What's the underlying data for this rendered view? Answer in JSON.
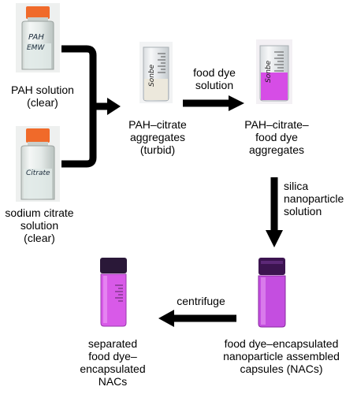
{
  "samples": {
    "pah": {
      "caption": "PAH solution\n(clear)",
      "vial_label": "PAH\nEMW",
      "cap_color": "#f06a2a",
      "liquid_color": "#e8efec"
    },
    "citrate": {
      "caption": "sodium citrate\nsolution\n(clear)",
      "vial_label": "Citrate",
      "cap_color": "#f06a2a",
      "liquid_color": "#e8efec"
    },
    "aggregates": {
      "caption": "PAH–citrate\naggregates\n(turbid)",
      "vial_label": "Sonbe",
      "liquid_color": "#ece8dc"
    },
    "dye_aggregates": {
      "caption": "PAH–citrate–\nfood dye\naggregates",
      "vial_label": "Sonbe",
      "liquid_color": "#d64de6"
    },
    "nacs": {
      "caption": "food dye–encapsulated\nnanoparticle assembled\ncapsules (NACs)",
      "cap_color": "#3c1450",
      "liquid_color": "#c44ee0"
    },
    "separated": {
      "caption": "separated\nfood dye–\nencapsulated\nNACs",
      "cap_color": "#2a1838",
      "liquid_color": "#d85ae8"
    }
  },
  "steps": {
    "add_dye": "food dye\nsolution",
    "add_silica": "silica\nnanoparticle\nsolution",
    "centrifuge": "centrifuge"
  }
}
